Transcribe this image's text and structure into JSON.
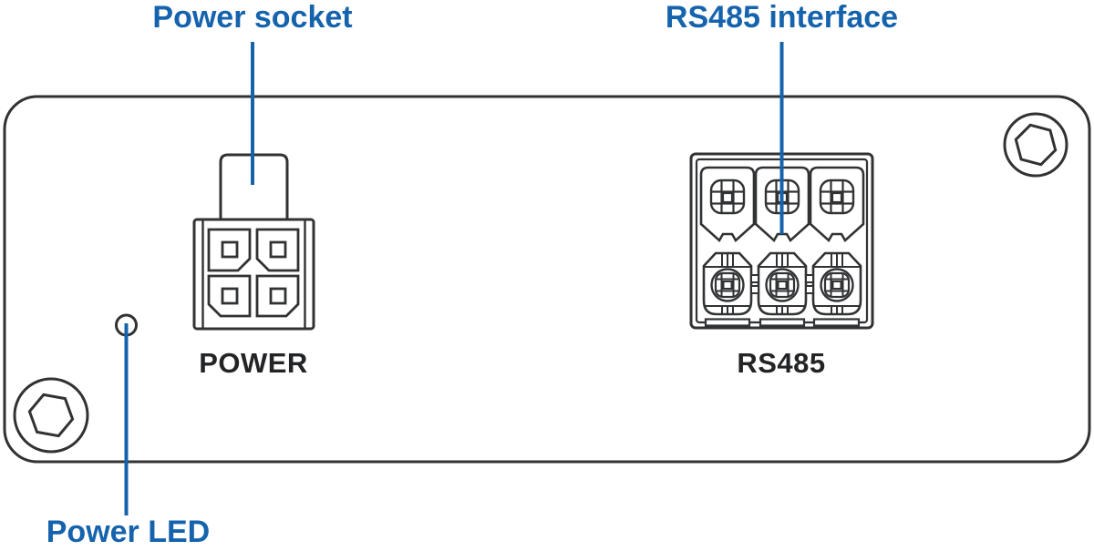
{
  "diagram": {
    "kind": "device-panel-annotation"
  },
  "labels": {
    "power_socket_annotation": "Power socket",
    "rs485_annotation": "RS485 interface",
    "power_led_annotation": "Power LED",
    "power_port": "POWER",
    "rs485_port": "RS485"
  },
  "colors": {
    "annotation_accent": "#1663ad",
    "line": "#303234",
    "port_text": "#232426",
    "background": "#ffffff"
  }
}
